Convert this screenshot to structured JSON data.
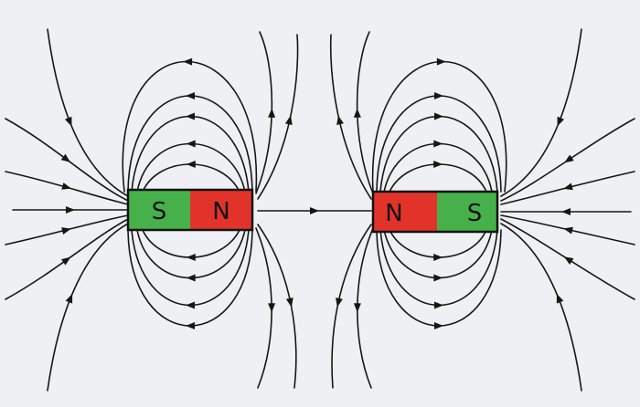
{
  "diagram": {
    "description_colors": {
      "background": "#eef0f3",
      "field_line": "#161616",
      "south_pole": "#46b04a",
      "north_pole": "#e2332b",
      "magnet_border": "#111111"
    },
    "magnets": [
      {
        "name": "left-magnet",
        "poles": [
          {
            "letter": "S",
            "type": "south"
          },
          {
            "letter": "N",
            "type": "north"
          }
        ]
      },
      {
        "name": "right-magnet",
        "poles": [
          {
            "letter": "N",
            "type": "north"
          },
          {
            "letter": "S",
            "type": "south"
          }
        ]
      }
    ]
  }
}
